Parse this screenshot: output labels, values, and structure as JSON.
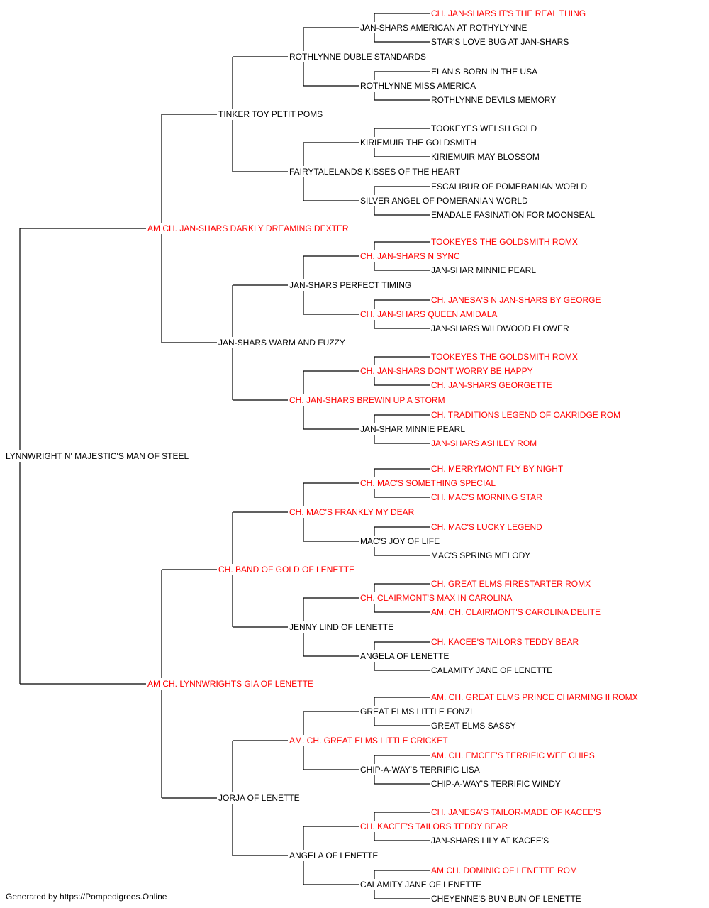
{
  "colors": {
    "champion": "#ff0000",
    "normal": "#000000",
    "line": "#000000"
  },
  "pedigree": {
    "name": "LYNNWRIGHT N' MAJESTIC'S MAN OF STEEL",
    "champion": false,
    "sire": {
      "name": "AM CH. JAN-SHARS DARKLY DREAMING DEXTER",
      "champion": true,
      "sire": {
        "name": "TINKER TOY PETIT POMS",
        "champion": false,
        "sire": {
          "name": "ROTHLYNNE DUBLE STANDARDS",
          "champion": false,
          "sire": {
            "name": "JAN-SHARS AMERICAN AT ROTHYLYNNE",
            "champion": false,
            "sire": {
              "name": "CH. JAN-SHARS IT'S THE REAL THING",
              "champion": true
            },
            "dam": {
              "name": "STAR'S LOVE BUG AT JAN-SHARS",
              "champion": false
            }
          },
          "dam": {
            "name": "ROTHLYNNE MISS AMERICA",
            "champion": false,
            "sire": {
              "name": "ELAN'S BORN IN THE USA",
              "champion": false
            },
            "dam": {
              "name": "ROTHLYNNE DEVILS MEMORY",
              "champion": false
            }
          }
        },
        "dam": {
          "name": "FAIRYTALELANDS KISSES OF THE HEART",
          "champion": false,
          "sire": {
            "name": "KIRIEMUIR THE GOLDSMITH",
            "champion": false,
            "sire": {
              "name": "TOOKEYES WELSH GOLD",
              "champion": false
            },
            "dam": {
              "name": "KIRIEMUIR MAY BLOSSOM",
              "champion": false
            }
          },
          "dam": {
            "name": "SILVER ANGEL OF POMERANIAN WORLD",
            "champion": false,
            "sire": {
              "name": "ESCALIBUR OF POMERANIAN WORLD",
              "champion": false
            },
            "dam": {
              "name": "EMADALE FASINATION FOR MOONSEAL",
              "champion": false
            }
          }
        }
      },
      "dam": {
        "name": "JAN-SHARS WARM AND FUZZY",
        "champion": false,
        "sire": {
          "name": "JAN-SHARS PERFECT TIMING",
          "champion": false,
          "sire": {
            "name": "CH. JAN-SHARS N SYNC",
            "champion": true,
            "sire": {
              "name": "TOOKEYES THE GOLDSMITH ROMX",
              "champion": true
            },
            "dam": {
              "name": "JAN-SHAR MINNIE PEARL",
              "champion": false
            }
          },
          "dam": {
            "name": "CH. JAN-SHARS QUEEN AMIDALA",
            "champion": true,
            "sire": {
              "name": "CH. JANESA'S N JAN-SHARS BY GEORGE",
              "champion": true
            },
            "dam": {
              "name": "JAN-SHARS WILDWOOD FLOWER",
              "champion": false
            }
          }
        },
        "dam": {
          "name": "CH. JAN-SHARS BREWIN UP A STORM",
          "champion": true,
          "sire": {
            "name": "CH. JAN-SHARS DON'T WORRY BE HAPPY",
            "champion": true,
            "sire": {
              "name": "TOOKEYES THE GOLDSMITH ROMX",
              "champion": true
            },
            "dam": {
              "name": "CH. JAN-SHARS GEORGETTE",
              "champion": true
            }
          },
          "dam": {
            "name": "JAN-SHAR MINNIE PEARL",
            "champion": false,
            "sire": {
              "name": "CH. TRADITIONS LEGEND OF OAKRIDGE ROM",
              "champion": true
            },
            "dam": {
              "name": "JAN-SHARS ASHLEY ROM",
              "champion": true
            }
          }
        }
      }
    },
    "dam": {
      "name": "AM CH. LYNNWRIGHTS GIA OF LENETTE",
      "champion": true,
      "sire": {
        "name": "CH. BAND OF GOLD OF LENETTE",
        "champion": true,
        "sire": {
          "name": "CH. MAC'S FRANKLY MY DEAR",
          "champion": true,
          "sire": {
            "name": "CH. MAC'S SOMETHING SPECIAL",
            "champion": true,
            "sire": {
              "name": "CH. MERRYMONT FLY BY NIGHT",
              "champion": true
            },
            "dam": {
              "name": "CH. MAC'S MORNING STAR",
              "champion": true
            }
          },
          "dam": {
            "name": "MAC'S JOY OF LIFE",
            "champion": false,
            "sire": {
              "name": "CH. MAC'S LUCKY LEGEND",
              "champion": true
            },
            "dam": {
              "name": "MAC'S SPRING MELODY",
              "champion": false
            }
          }
        },
        "dam": {
          "name": "JENNY LIND OF LENETTE",
          "champion": false,
          "sire": {
            "name": "CH. CLAIRMONT'S MAX IN CAROLINA",
            "champion": true,
            "sire": {
              "name": "CH. GREAT ELMS FIRESTARTER ROMX",
              "champion": true
            },
            "dam": {
              "name": "AM. CH. CLAIRMONT'S CAROLINA DELITE",
              "champion": true
            }
          },
          "dam": {
            "name": "ANGELA OF LENETTE",
            "champion": false,
            "sire": {
              "name": "CH. KACEE'S TAILORS TEDDY BEAR",
              "champion": true
            },
            "dam": {
              "name": "CALAMITY JANE OF LENETTE",
              "champion": false
            }
          }
        }
      },
      "dam": {
        "name": "JORJA OF LENETTE",
        "champion": false,
        "sire": {
          "name": "AM. CH. GREAT ELMS LITTLE CRICKET",
          "champion": true,
          "sire": {
            "name": "GREAT ELMS LITTLE FONZI",
            "champion": false,
            "sire": {
              "name": "AM. CH. GREAT ELMS PRINCE CHARMING II ROMX",
              "champion": true
            },
            "dam": {
              "name": "GREAT ELMS SASSY",
              "champion": false
            }
          },
          "dam": {
            "name": "CHIP-A-WAY'S TERRIFIC LISA",
            "champion": false,
            "sire": {
              "name": "AM. CH. EMCEE'S TERRIFIC WEE CHIPS",
              "champion": true
            },
            "dam": {
              "name": "CHIP-A-WAY'S TERRIFIC WINDY",
              "champion": false
            }
          }
        },
        "dam": {
          "name": "ANGELA OF LENETTE",
          "champion": false,
          "sire": {
            "name": "CH. KACEE'S TAILORS TEDDY BEAR",
            "champion": true,
            "sire": {
              "name": "CH. JANESA'S TAILOR-MADE OF KACEE'S",
              "champion": true
            },
            "dam": {
              "name": "JAN-SHARS LILY AT KACEE'S",
              "champion": false
            }
          },
          "dam": {
            "name": "CALAMITY JANE OF LENETTE",
            "champion": false,
            "sire": {
              "name": "AM CH. DOMINIC OF LENETTE ROM",
              "champion": true
            },
            "dam": {
              "name": "CHEYENNE'S BUN BUN OF LENETTE",
              "champion": false
            }
          }
        }
      }
    }
  },
  "footer": {
    "text": "Generated by https://Pompedigrees.Online"
  }
}
